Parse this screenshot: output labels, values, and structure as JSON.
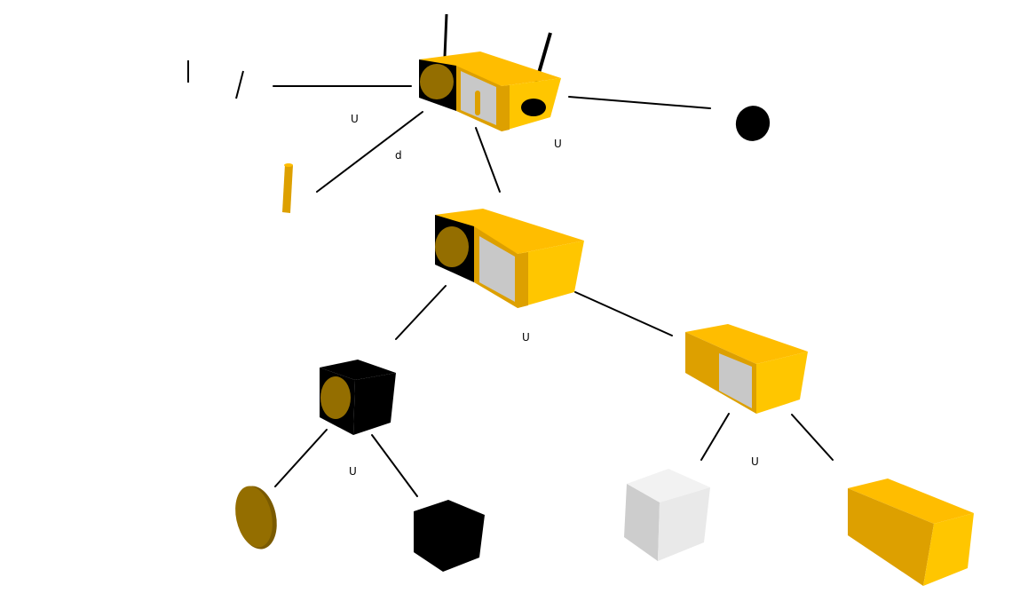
{
  "colors": {
    "yellow_top": "#FFBD00",
    "yellow_side": "#DDA000",
    "yellow_front": "#FFC600",
    "ochre": "#946E00",
    "gray_panel": "#C8C8C8",
    "white_top": "#F2F2F2",
    "white_side": "#CDCDCD",
    "white_front": "#E9E9E9",
    "black": "#000000",
    "edge": "#000000"
  },
  "labels": {
    "root_left": "U",
    "root_right": "U",
    "root_diff": "d",
    "mid_center": "U",
    "black_cube_union": "U",
    "right_box_union": "U"
  }
}
